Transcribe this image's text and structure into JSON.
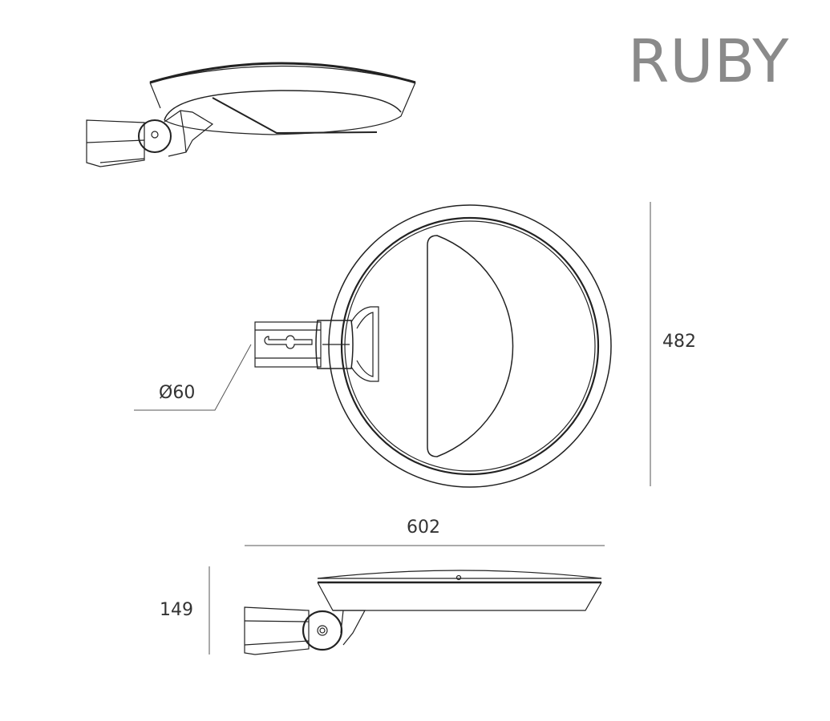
{
  "title": "RUBY",
  "dimensions": {
    "height": "482",
    "diameter": "Ø60",
    "width": "602",
    "depth": "149"
  },
  "colors": {
    "line": "#222222",
    "title": "#8a8a8a",
    "dimension": "#555555"
  }
}
